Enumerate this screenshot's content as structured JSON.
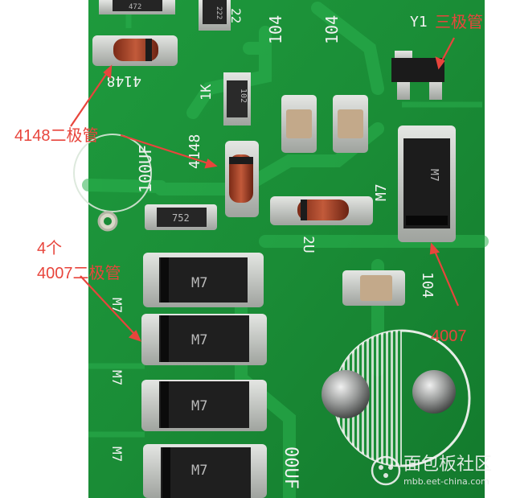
{
  "labels": {
    "triode": "三极管",
    "diode_4148": "4148二极管",
    "four_count": "4个",
    "diode_4007_group": "4007二极管",
    "diode_4007": "4007"
  },
  "board_silkscreen": {
    "y1": "Y1",
    "code_104_a": "104",
    "code_104_b": "104",
    "code_4148_rot": "4148",
    "code_4148_mid": "4148",
    "res_1k": "1K",
    "cap_100uf": "100UF",
    "m7_right": "M7",
    "code_104_lower": "104",
    "zener": "2U",
    "code_22": "22",
    "code_100uf_bottom": "00UF",
    "side_m7_a": "M7",
    "side_m7_b": "M7",
    "side_m7_c": "M7"
  },
  "component_markings": {
    "res_102": "102",
    "res_752": "752",
    "res_222": "222",
    "res_472": "472",
    "m7_1": "M7",
    "m7_2": "M7",
    "m7_3": "M7",
    "m7_4": "M7",
    "m7_right": "M7"
  },
  "watermark": {
    "title": "面包板社区",
    "url": "mbb.eet-china.com"
  },
  "colors": {
    "annotation": "#e8453c",
    "pcb_green": "#1f9a3e",
    "trace_green": "#29b04c",
    "pad_silver": "#c9cbc8"
  }
}
